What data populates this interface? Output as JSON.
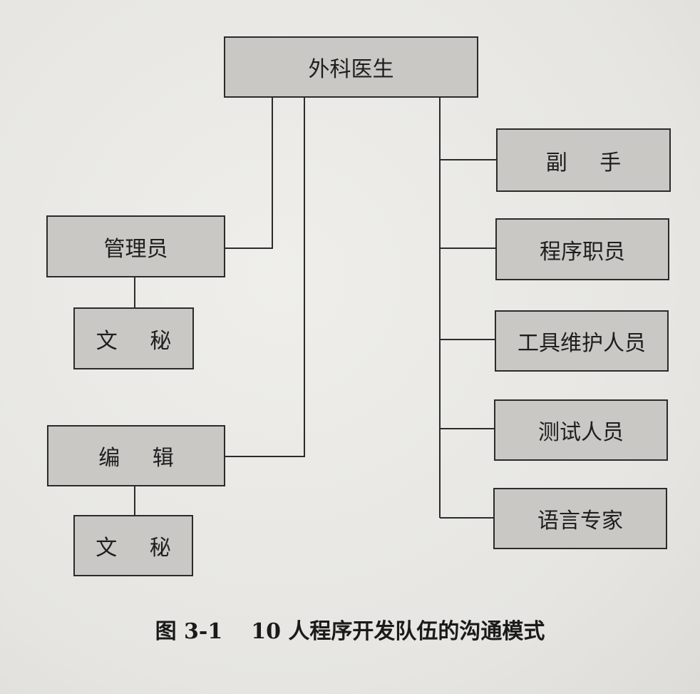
{
  "diagram": {
    "root": "外科医生",
    "left_groups": [
      {
        "head": "管理员",
        "child": "文 秘"
      },
      {
        "head": "编 辑",
        "child": "文 秘"
      }
    ],
    "right_nodes": [
      "副 手",
      "程序职员",
      "工具维护人员",
      "测试人员",
      "语言专家"
    ]
  },
  "caption": {
    "label": "图 3-1",
    "text": "10 人程序开发队伍的沟通模式"
  }
}
